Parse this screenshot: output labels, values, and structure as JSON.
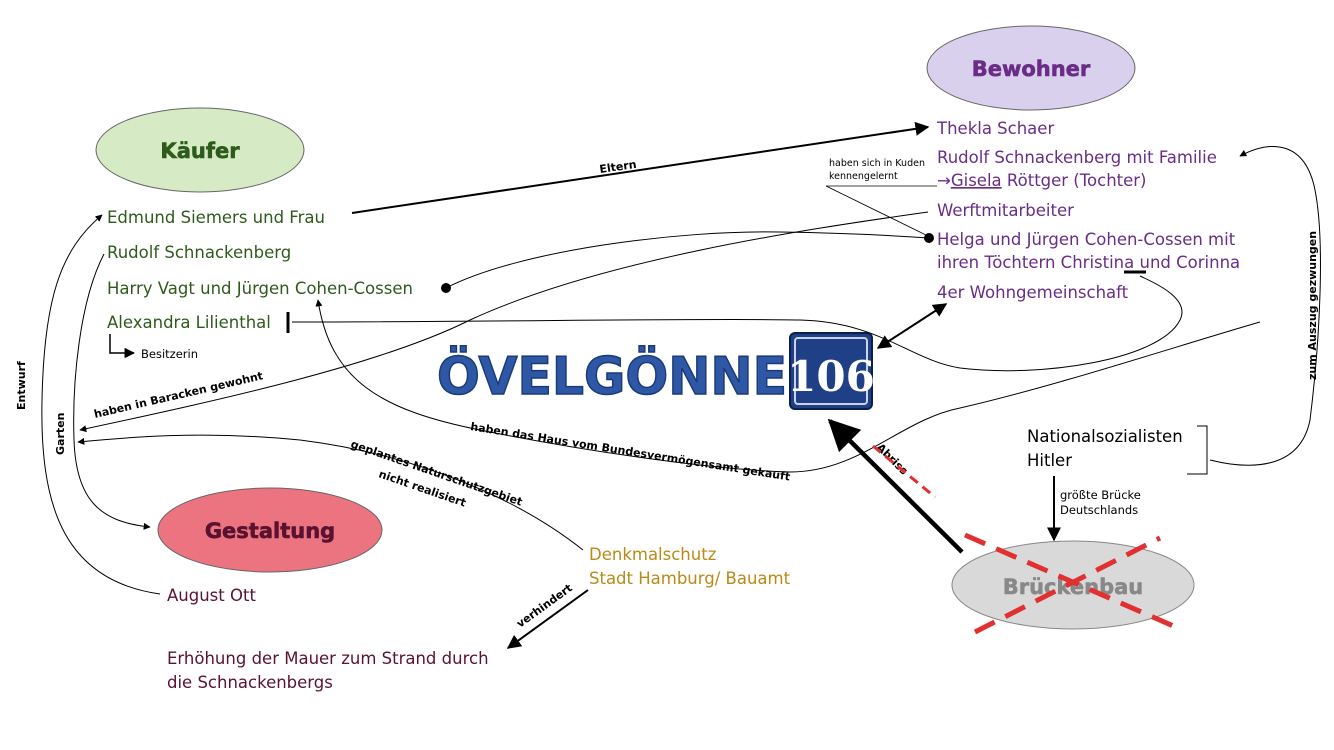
{
  "groups": {
    "kaeufer": "Käufer",
    "bewohner": "Bewohner",
    "gestaltung": "Gestaltung",
    "brueckenbau": "Brückenbau"
  },
  "title": {
    "word": "ÖVELGÖNNE",
    "number": "106"
  },
  "kaeufer_items": {
    "edmund": "Edmund Siemers und Frau",
    "rudolf": "Rudolf Schnackenberg",
    "harry": "Harry Vagt und Jürgen Cohen-Cossen",
    "alexandra": "Alexandra Lilienthal",
    "besitzerin": "Besitzerin"
  },
  "bewohner_items": {
    "thekla": "Thekla Schaer",
    "rudolf_familie": "Rudolf Schnackenberg mit Familie",
    "gisela_arrow": "→",
    "gisela": "Gisela",
    "roettger": " Röttger (Tochter)",
    "werft": "Werftmitarbeiter",
    "helga_1": "Helga und Jürgen Cohen-Cossen mit",
    "helga_2": "ihren Töchtern Christina und Corinna",
    "wg": "4er Wohngemeinschaft"
  },
  "gestaltung_items": {
    "august": "August Ott",
    "erhoehung_1": "Erhöhung der Mauer zum Strand durch",
    "erhoehung_2": "die Schnackenbergs"
  },
  "denkmal": {
    "line1": "Denkmalschutz",
    "line2": "Stadt Hamburg/ Bauamt"
  },
  "ns": {
    "line1": "Nationalsozialisten",
    "line2": "Hitler"
  },
  "bruecke_note": {
    "line1": "größte Brücke",
    "line2": "Deutschlands"
  },
  "kuden_note": {
    "line1": "haben sich in Kuden",
    "line2": "kennengelernt"
  },
  "edge_labels": {
    "eltern": "Eltern",
    "baracken": "haben in Baracken gewohnt",
    "bundesvermoegensamt": "haben das Haus vom Bundesvermögensamt gekauft",
    "naturschutz_1": "geplantes Naturschutzgebiet",
    "naturschutz_2": "nicht realisiert",
    "entwurf": "Entwurf",
    "garten": "Garten",
    "verhindert": "verhindert",
    "abriss": "Abriss",
    "auszug": "zum Auszug gezwungen"
  },
  "colors": {
    "kaeufer_fill": "#d6ebc5",
    "kaeufer_text": "#2e5b1c",
    "bewohner_fill": "#d9d0ee",
    "bewohner_text": "#6a2d86",
    "gestaltung_fill": "#ec7480",
    "gestaltung_text": "#5a1231",
    "denkmal_text": "#b98a17",
    "bruecke_fill": "#d9d9d9",
    "cross": "#e03030",
    "title_blue": "#2e58a6",
    "plate": "#1f3f86"
  }
}
